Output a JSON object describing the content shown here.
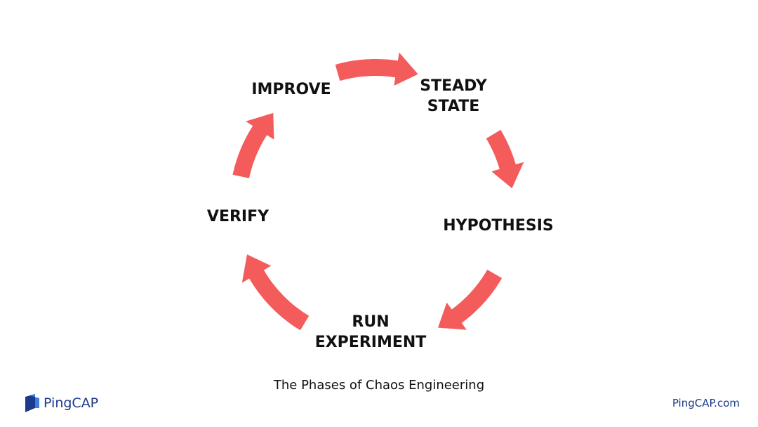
{
  "phases": [
    {
      "lines": [
        "STEADY",
        "STATE"
      ]
    },
    {
      "lines": [
        "HYPOTHESIS"
      ]
    },
    {
      "lines": [
        "RUN",
        "EXPERIMENT"
      ]
    },
    {
      "lines": [
        "VERIFY"
      ]
    },
    {
      "lines": [
        "IMPROVE"
      ]
    }
  ],
  "caption": "The Phases of Chaos Engineering",
  "brand": {
    "logo_text": "PingCAP",
    "site": "PingCAP.com"
  },
  "colors": {
    "arrow": "#F45B5B",
    "brand": "#1c3a8c"
  }
}
